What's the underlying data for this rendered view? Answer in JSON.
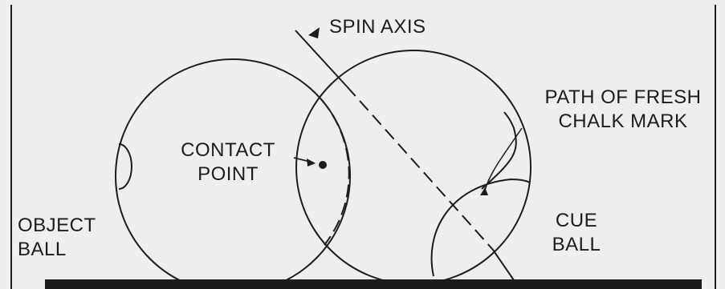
{
  "labels": {
    "spin_axis": "SPIN AXIS",
    "path_line1": "PATH OF FRESH",
    "path_line2": "CHALK MARK",
    "contact_line1": "CONTACT",
    "contact_line2": "POINT",
    "object_line1": "OBJECT",
    "object_line2": "BALL",
    "cue_line1": "CUE",
    "cue_line2": "BALL"
  },
  "colors": {
    "paper": "#efeeec",
    "ink": "#1c1c1c"
  }
}
